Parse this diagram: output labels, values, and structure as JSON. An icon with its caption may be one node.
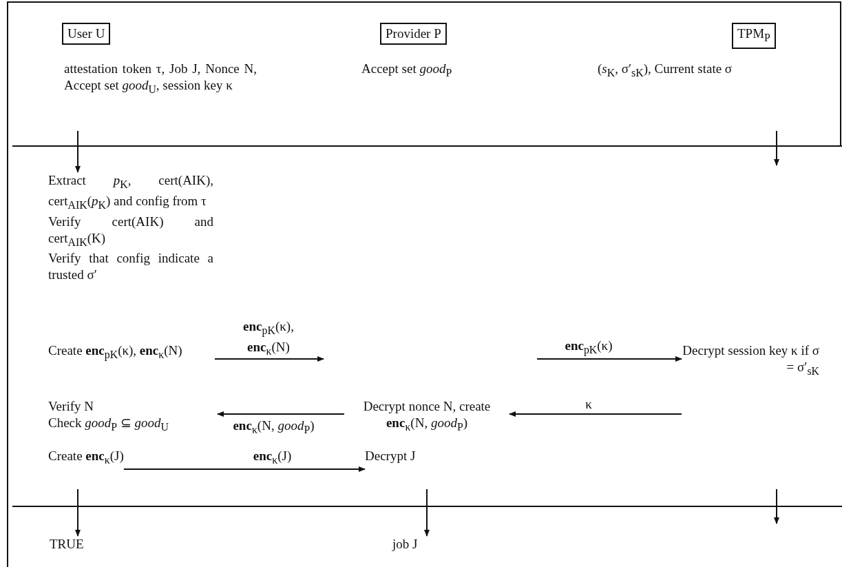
{
  "diagram": {
    "nodes": [
      {
        "text": [
          "User U"
        ],
        "beside": [
          "attestation token τ, Job J, Nonce N, Accept set *good*$_{U}$, session key κ"
        ]
      },
      {
        "text": [
          "Provider P"
        ],
        "beside": [
          "Accept set *good*$_{P}$"
        ]
      },
      {
        "text": [
          "TPM$_{P}$"
        ],
        "beside": [
          "(*s*$_{K}$, σ′$_{sK}$), Current state σ"
        ]
      },
      {
        "text": [
          "Extract *p*$_{K}$, cert(AIK), cert$_{AIK}$(*p*$_{K}$) and config from τ",
          "Verify cert(AIK) and cert$_{AIK}$(K)",
          "Verify that config indicate a trusted σ′"
        ]
      },
      {
        "text": [
          "Create **enc**$_{pK}$(κ), **enc**$_{κ}$(N)"
        ]
      },
      {
        "text": [
          "Decrypt session key κ if σ = σ′$_{sK}$"
        ]
      },
      {
        "text": [
          "Verify N",
          "Check *good*$_{P}$ ⊆ *good*$_{U}$"
        ]
      },
      {
        "text": [
          "Decrypt nonce N, create **enc**$_{κ}$(N, *good*$_{P}$)"
        ]
      },
      {
        "text": [
          "Create **enc**$_{κ}$(J)"
        ]
      },
      {
        "text": [
          "Decrypt J"
        ]
      },
      {
        "text": [
          "TRUE"
        ]
      },
      {
        "text": [
          "job J"
        ]
      }
    ],
    "edges": [
      {
        "from": null,
        "to": 3,
        "arrow": "to"
      },
      {
        "from": 4,
        "to": null,
        "arrow": "to",
        "label": "**enc**$_{pK}$(κ), **enc**$_{κ}$(N)"
      },
      {
        "from": null,
        "to": 5,
        "arrow": "to",
        "label": "**enc**$_{pK}$(κ)"
      },
      {
        "from": 5,
        "to": 7,
        "arrow": "to",
        "label": "κ"
      },
      {
        "from": 7,
        "to": 6,
        "arrow": "to",
        "label": "**enc**$_{κ}$(N, *good*$_{P}$)"
      },
      {
        "from": 8,
        "to": 9,
        "arrow": "to",
        "label": "**enc**$_{κ}$(J)"
      },
      {
        "from": null,
        "to": 10,
        "arrow": "to"
      },
      {
        "from": null,
        "to": 11,
        "arrow": "to"
      }
    ]
  }
}
